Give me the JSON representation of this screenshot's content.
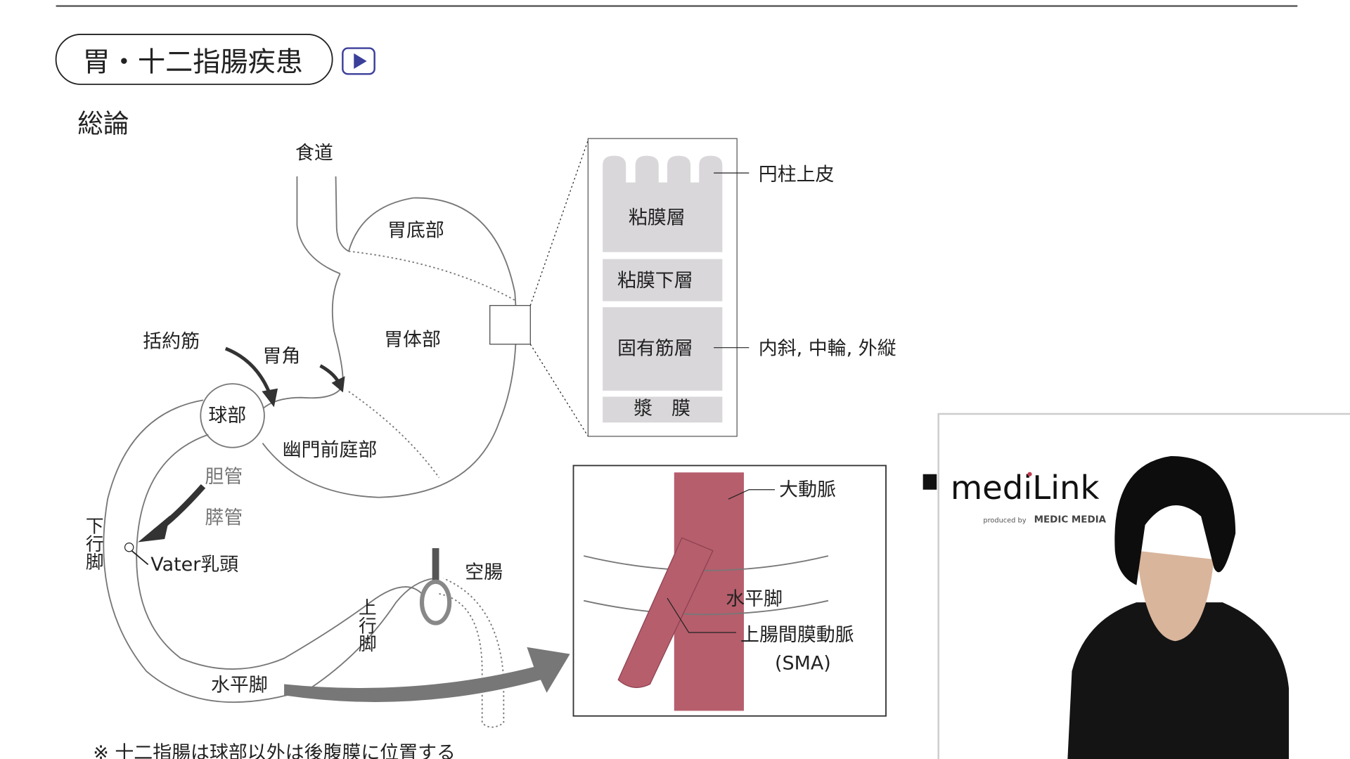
{
  "slide": {
    "title": "胃・十二指腸疾患",
    "section": "総論",
    "footnote": "※ 十二指腸は球部以外は後腹膜に位置する"
  },
  "stomach": {
    "esophagus": "食道",
    "fundus": "胃底部",
    "body": "胃体部",
    "angle": "胃角",
    "sphincter": "括約筋",
    "bulb": "球部",
    "antrum": "幽門前庭部",
    "bile_duct": "胆管",
    "pancreatic_duct": "膵管",
    "vater": "Vater乳頭",
    "descending": "下行脚",
    "horizontal": "水平脚",
    "ascending": "上行脚",
    "jejunum": "空腸"
  },
  "layers": {
    "epithelium": "円柱上皮",
    "mucosa": "粘膜層",
    "submucosa": "粘膜下層",
    "muscularis": "固有筋層",
    "muscle_note": "内斜, 中輪, 外縦",
    "serosa": "漿　膜"
  },
  "sma_box": {
    "aorta": "大動脈",
    "horizontal": "水平脚",
    "sma": "上腸間膜動脈",
    "sma_abbr": "(SMA)"
  },
  "logo": {
    "name": "mediLink",
    "produced_by": "produced by",
    "brand": "MEDIC MEDIA"
  },
  "colors": {
    "artery": "#b65e6c",
    "layer": "#d9d7da",
    "play": "#3b3f9a"
  }
}
